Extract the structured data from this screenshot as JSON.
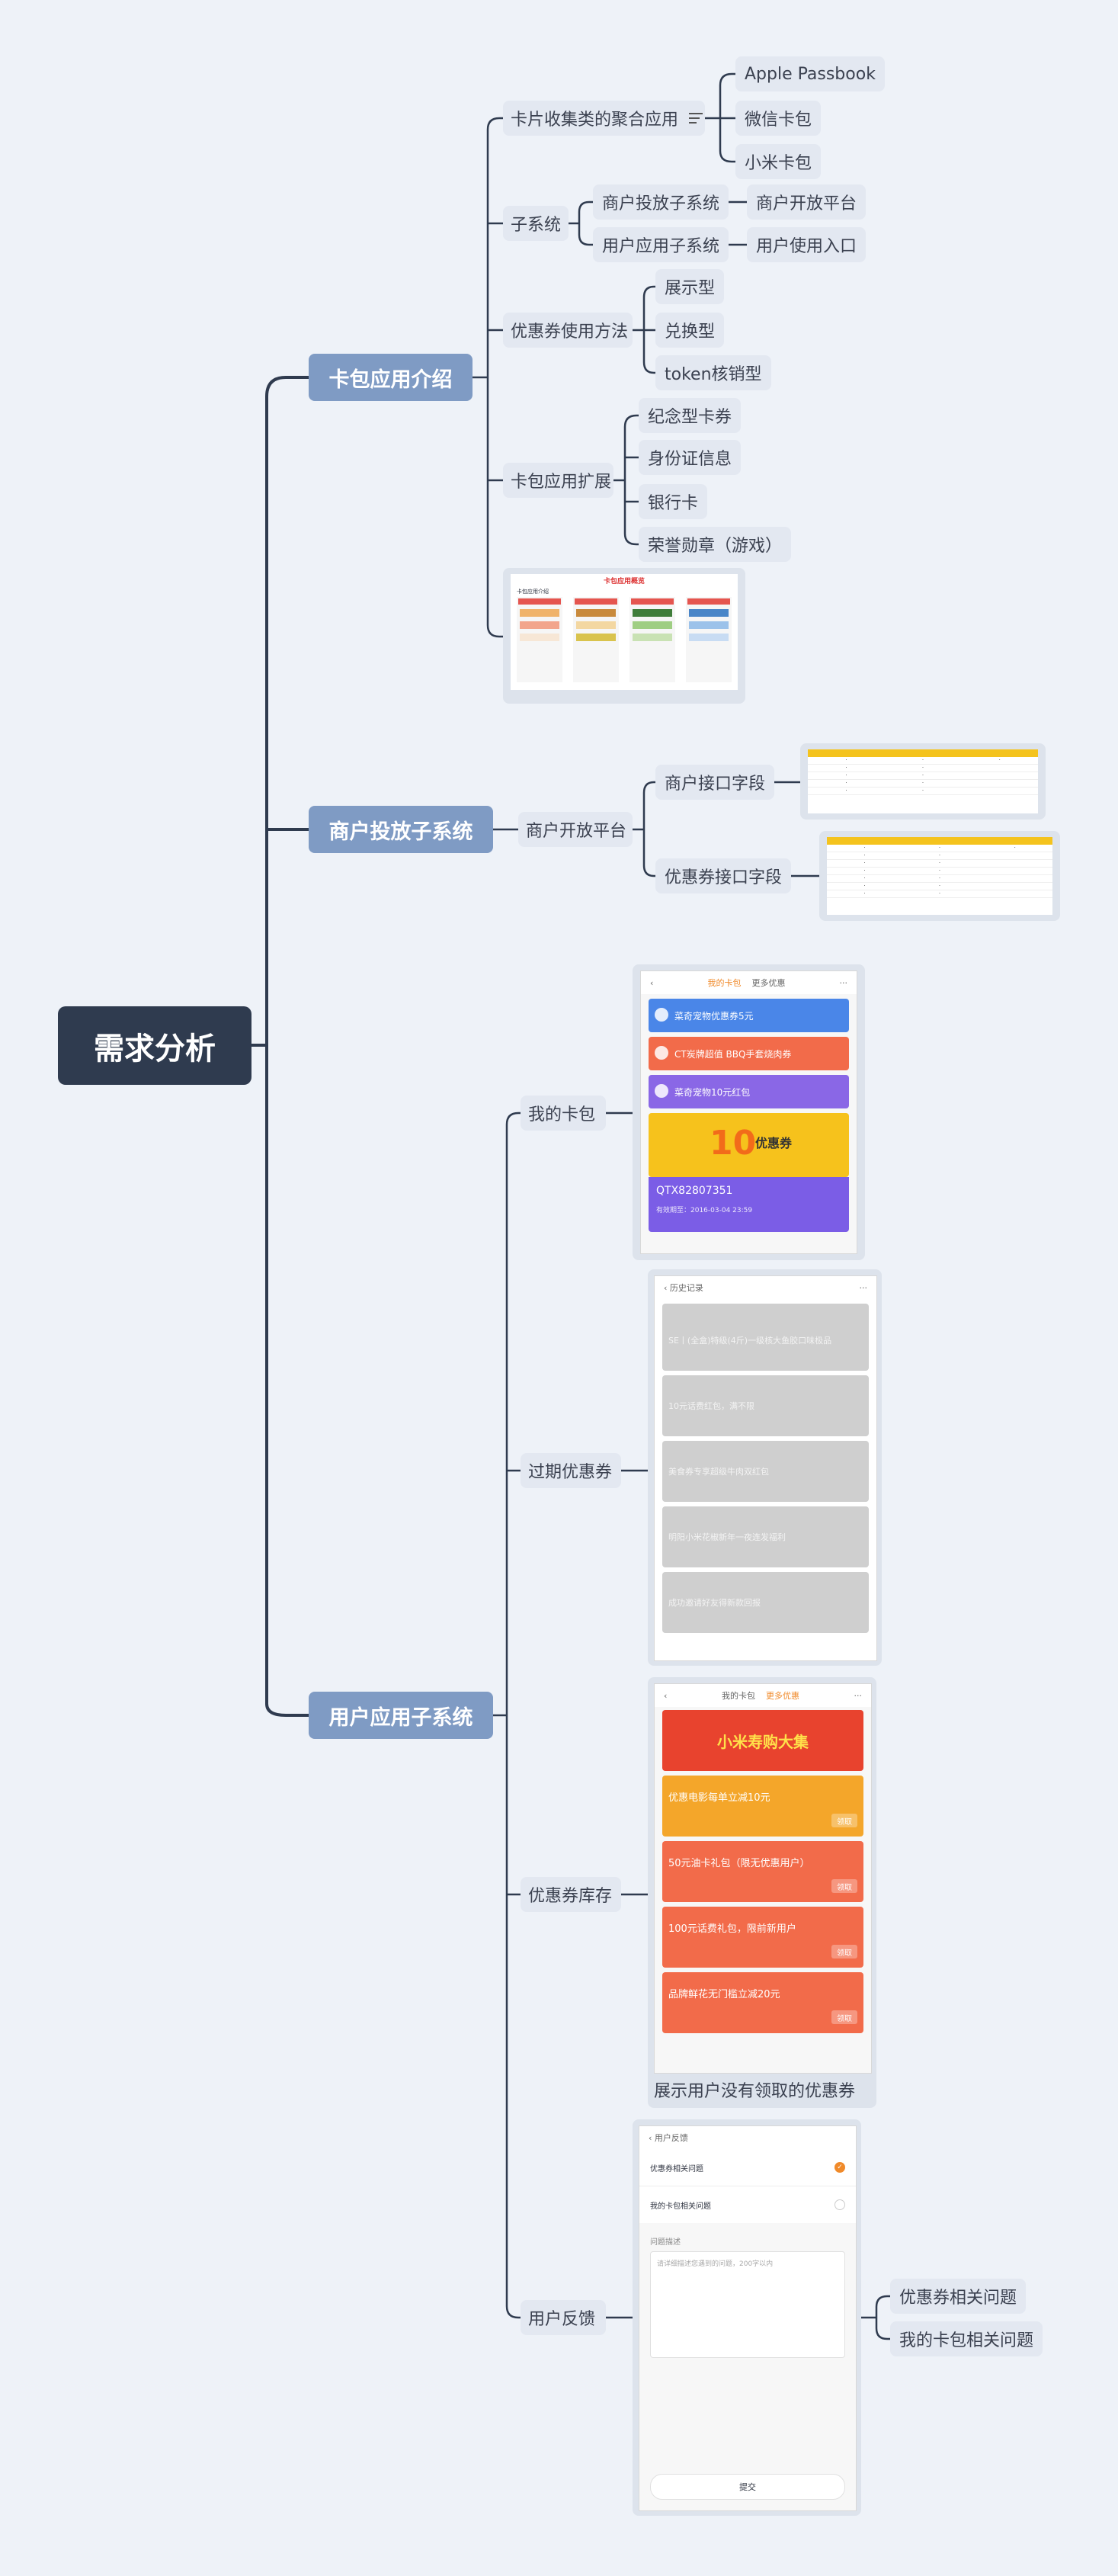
{
  "root": "需求分析",
  "branches": {
    "b1": {
      "label": "卡包应用介绍",
      "s1": {
        "label": "卡片收集类的聚合应用",
        "items": [
          "Apple Passbook",
          "微信卡包",
          "小米卡包"
        ]
      },
      "s2": {
        "label": "子系统",
        "c1": {
          "label": "商户投放子系统",
          "leaf": "商户开放平台"
        },
        "c2": {
          "label": "用户应用子系统",
          "leaf": "用户使用入口"
        }
      },
      "s3": {
        "label": "优惠券使用方法",
        "items": [
          "展示型",
          "兑换型",
          "token核销型"
        ]
      },
      "s4": {
        "label": "卡包应用扩展",
        "items": [
          "纪念型卡券",
          "身份证信息",
          "银行卡",
          "荣誉勋章（游戏）"
        ]
      },
      "overview": {
        "title": "卡包应用概览",
        "sub": "卡包应用介绍"
      }
    },
    "b2": {
      "label": "商户投放子系统",
      "s1": {
        "label": "商户开放平台",
        "items": [
          "商户接口字段",
          "优惠券接口字段"
        ]
      }
    },
    "b3": {
      "label": "用户应用子系统",
      "s1": {
        "label": "我的卡包"
      },
      "s2": {
        "label": "过期优惠券"
      },
      "s3": {
        "label": "优惠券库存",
        "caption": "展示用户没有领取的优惠券"
      },
      "s4": {
        "label": "用户反馈",
        "items": [
          "优惠券相关问题",
          "我的卡包相关问题"
        ]
      }
    }
  },
  "screens": {
    "wallet": {
      "tabs": [
        "我的卡包",
        "更多优惠"
      ],
      "cards": [
        "菜奇宠物优惠券5元",
        "CT炭牌超值 BBQ手套烧肉券",
        "菜奇宠物10元红包"
      ],
      "coupon_amount": "10",
      "coupon_label": "优惠券",
      "code": "QTX82807351",
      "expiry": "有效期至：2016-03-04 23:59",
      "colors": {
        "blue": "#4a86e8",
        "orange": "#f26b4a",
        "purple": "#8a67e6",
        "yellow": "#f6c21c",
        "violet": "#7b5de6"
      }
    },
    "history": {
      "title": "历史记录",
      "items": [
        "SE丨(全盒)特级(4斤)一级核大鱼胶口味极品",
        "10元话费红包，满不限",
        "美食券专享超级牛肉双红包",
        "明阳小米花椒新年一夜连发福利",
        "成功邀请好友得新款回报"
      ]
    },
    "stock": {
      "tabs": [
        "我的卡包",
        "更多优惠"
      ],
      "banner": "小米寿购大集",
      "coupons": [
        "优惠电影每单立减10元",
        "50元油卡礼包（限无优惠用户）",
        "100元话费礼包，限前新用户",
        "品牌鲜花无门槛立减20元"
      ],
      "btn": "领取"
    },
    "feedback": {
      "title": "用户反馈",
      "options": [
        "优惠券相关问题",
        "我的卡包相关问题"
      ],
      "desc_label": "问题描述",
      "placeholder": "请详细描述您遇到的问题，200字以内",
      "submit": "提交"
    }
  }
}
